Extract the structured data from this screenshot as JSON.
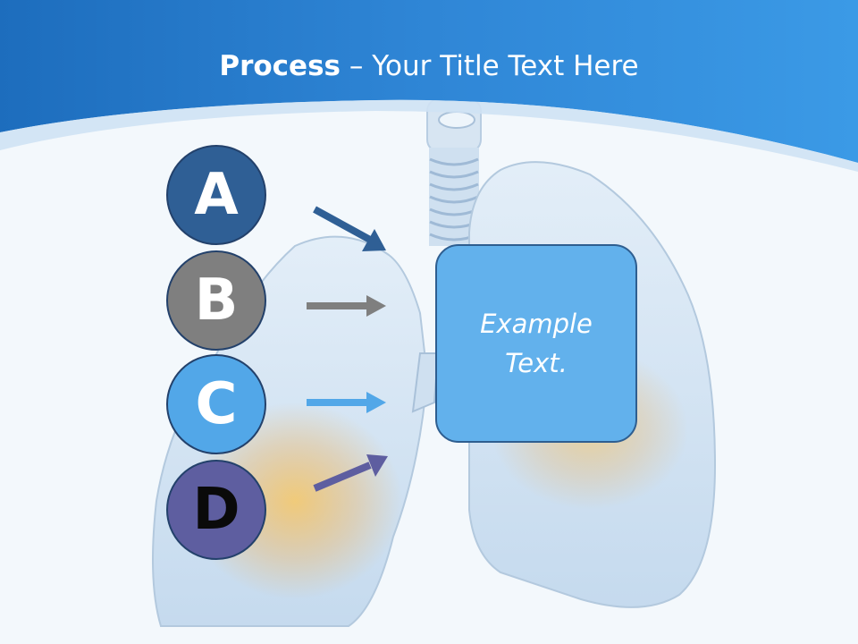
{
  "slide": {
    "title_strong": "Process",
    "title_rest": " – Your Title Text Here",
    "letters": [
      "A",
      "B",
      "C",
      "D"
    ],
    "box_text": "Example Text."
  },
  "colors": {
    "header": "#2d80cf",
    "circle_a": "#2f5f95",
    "circle_b": "#7f7f7f",
    "circle_c": "#52a7e8",
    "circle_d": "#5e5ea0",
    "box_fill": "#62b1ec",
    "box_border": "#2e5e90"
  },
  "icons": [
    "lungs-illustration",
    "arrow-right-icon"
  ]
}
